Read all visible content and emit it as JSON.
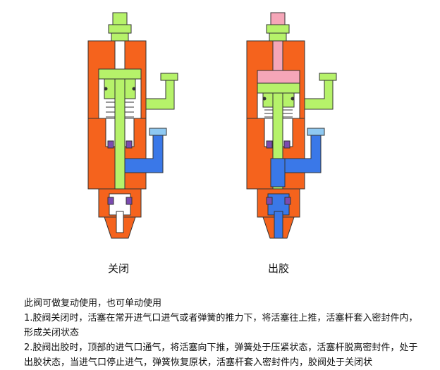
{
  "captions": {
    "left": "关闭",
    "right": "出胶"
  },
  "description": {
    "intro": "此阀可做复动使用，也可单动使用",
    "item1": "1.胶阀关闭时，活塞在常开进气口进气或者弹簧的推力下，将活塞往上推，活塞杆套入密封件内，形成关闭状态",
    "item2": "2.胶阀出胶时，顶部的进气口通气，将活塞向下推，弹簧处于压紧状态，活塞杆脱离密封件，处于出胶状态，当进气口停止进气，弹簧恢复原状，活塞杆套入密封件内，胶阀处于关闭状"
  },
  "colors": {
    "body": "#f5631d",
    "fitting": "#b6f26a",
    "pink": "#f5a6b8",
    "fluid": "#3a78e8",
    "fluid_light": "#8fc9f2",
    "seal": "#7b4bb0",
    "outline": "#333333"
  },
  "icons": [
    "valve-closed-diagram",
    "valve-open-diagram"
  ]
}
